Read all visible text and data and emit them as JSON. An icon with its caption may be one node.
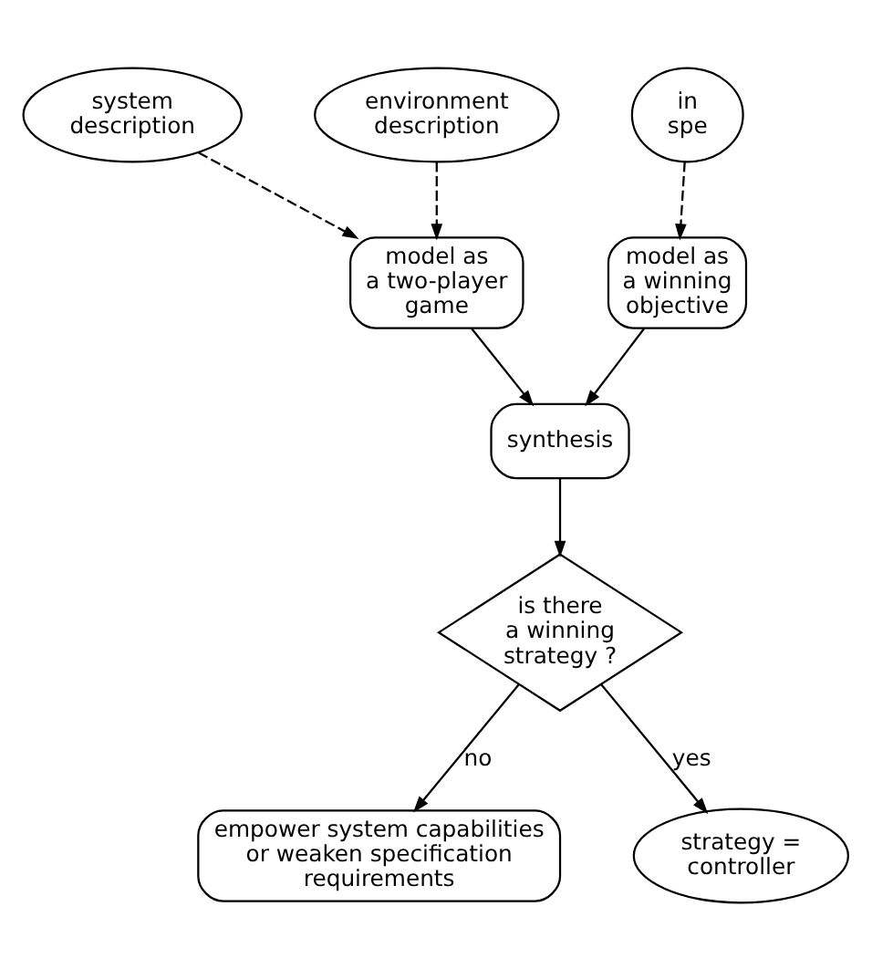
{
  "diagram": {
    "nodes": [
      {
        "text": [
          "system description"
        ]
      },
      {
        "text": [
          "environment description"
        ]
      },
      {
        "text": [
          "in spe"
        ]
      },
      {
        "text": [
          "model as a two-player game"
        ]
      },
      {
        "text": [
          "model as a winning objective"
        ]
      },
      {
        "text": [
          "synthesis"
        ]
      },
      {
        "text": [
          "is there a winning strategy ?"
        ]
      },
      {
        "text": [
          "empower system capabilities or weaken specification requirements"
        ]
      },
      {
        "text": [
          "strategy = controller"
        ]
      }
    ],
    "edges": [
      {
        "from": 0,
        "to": 3,
        "arrow": "to",
        "style": "dashed"
      },
      {
        "from": 1,
        "to": 3,
        "arrow": "to",
        "style": "dashed"
      },
      {
        "from": 2,
        "to": 4,
        "arrow": "to",
        "style": "dashed"
      },
      {
        "from": 3,
        "to": 5,
        "arrow": "to"
      },
      {
        "from": 4,
        "to": 5,
        "arrow": "to"
      },
      {
        "from": 5,
        "to": 6,
        "arrow": "to"
      },
      {
        "from": 6,
        "to": 7,
        "label": "no",
        "arrow": "to"
      },
      {
        "from": 6,
        "to": 8,
        "label": "yes",
        "arrow": "to"
      }
    ]
  }
}
